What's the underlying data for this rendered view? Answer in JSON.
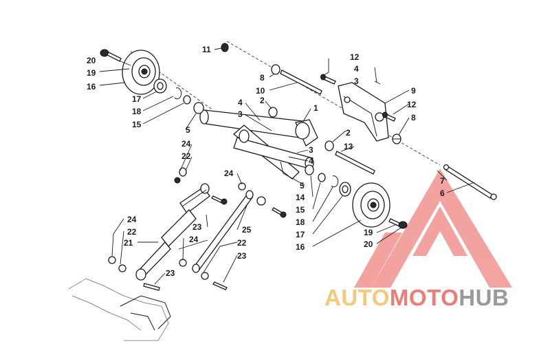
{
  "callouts": [
    {
      "label": "1"
    },
    {
      "label": "2"
    },
    {
      "label": "2"
    },
    {
      "label": "3"
    },
    {
      "label": "3"
    },
    {
      "label": "3"
    },
    {
      "label": "4"
    },
    {
      "label": "4"
    },
    {
      "label": "4"
    },
    {
      "label": "5"
    },
    {
      "label": "5"
    },
    {
      "label": "6"
    },
    {
      "label": "7"
    },
    {
      "label": "8"
    },
    {
      "label": "8"
    },
    {
      "label": "9"
    },
    {
      "label": "10"
    },
    {
      "label": "11"
    },
    {
      "label": "12"
    },
    {
      "label": "12"
    },
    {
      "label": "13"
    },
    {
      "label": "14"
    },
    {
      "label": "15"
    },
    {
      "label": "15"
    },
    {
      "label": "16"
    },
    {
      "label": "16"
    },
    {
      "label": "17"
    },
    {
      "label": "17"
    },
    {
      "label": "18"
    },
    {
      "label": "18"
    },
    {
      "label": "19"
    },
    {
      "label": "19"
    },
    {
      "label": "20"
    },
    {
      "label": "20"
    },
    {
      "label": "21"
    },
    {
      "label": "22"
    },
    {
      "label": "22"
    },
    {
      "label": "22"
    },
    {
      "label": "23"
    },
    {
      "label": "23"
    },
    {
      "label": "23"
    },
    {
      "label": "24"
    },
    {
      "label": "24"
    },
    {
      "label": "24"
    },
    {
      "label": "24"
    },
    {
      "label": "25"
    }
  ],
  "watermark": {
    "part1": "AUTO",
    "part2": "MOTO",
    "part3": "HUB",
    "colors": {
      "auto": "#f3c97a",
      "moto": "#ef7b78",
      "hub": "#9a9a9a",
      "logo": "#f2948f"
    }
  }
}
